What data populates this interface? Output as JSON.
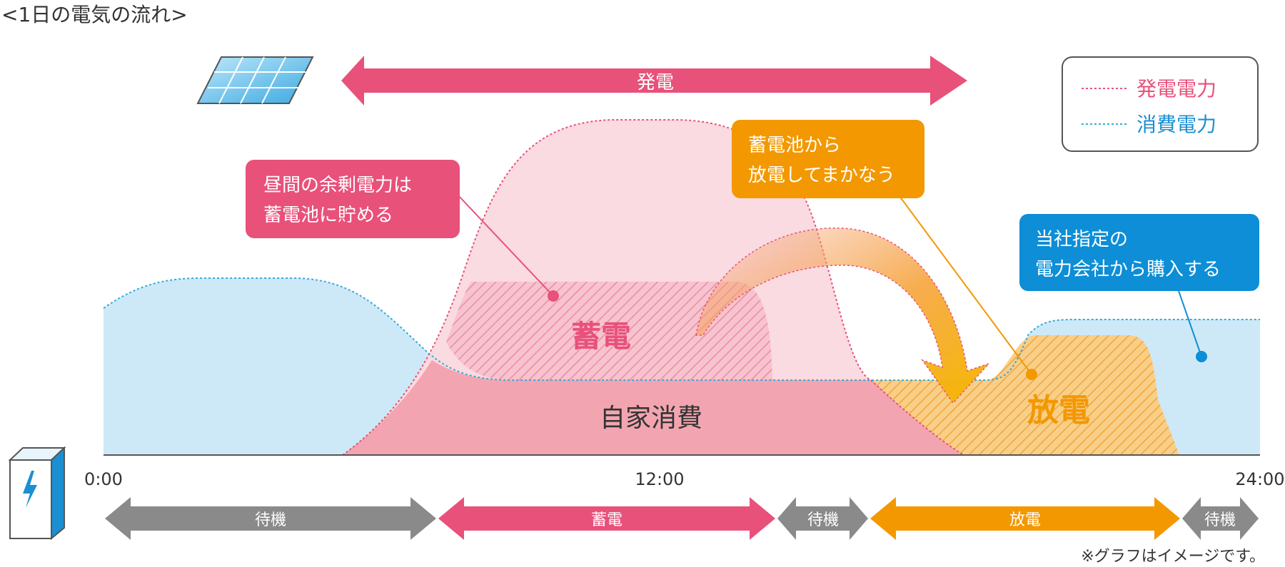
{
  "title": "<1日の電気の流れ>",
  "generation_arrow_label": "発電",
  "legend": {
    "generation": "発電電力",
    "consumption": "消費電力",
    "colors": {
      "generation": "#e8517a",
      "consumption": "#3aa9d8"
    }
  },
  "callouts": {
    "surplus": [
      "昼間の余剰電力は",
      "蓄電池に貯める"
    ],
    "discharge": [
      "蓄電池から",
      "放電してまかなう"
    ],
    "purchase": [
      "当社指定の",
      "電力会社から購入する"
    ]
  },
  "areas": {
    "storage": "蓄電",
    "self_consumption": "自家消費",
    "discharge": "放電"
  },
  "time_axis": {
    "start": "0:00",
    "mid": "12:00",
    "end": "24:00"
  },
  "phases": [
    {
      "label": "待機",
      "color": "#8a8a8a"
    },
    {
      "label": "蓄電",
      "color": "#e8517a"
    },
    {
      "label": "待機",
      "color": "#8a8a8a"
    },
    {
      "label": "放電",
      "color": "#f39800"
    },
    {
      "label": "待機",
      "color": "#8a8a8a"
    }
  ],
  "footnote": "※グラフはイメージです。",
  "icons": {
    "solar": "solar-panel-icon",
    "battery": "battery-lightning-icon"
  }
}
